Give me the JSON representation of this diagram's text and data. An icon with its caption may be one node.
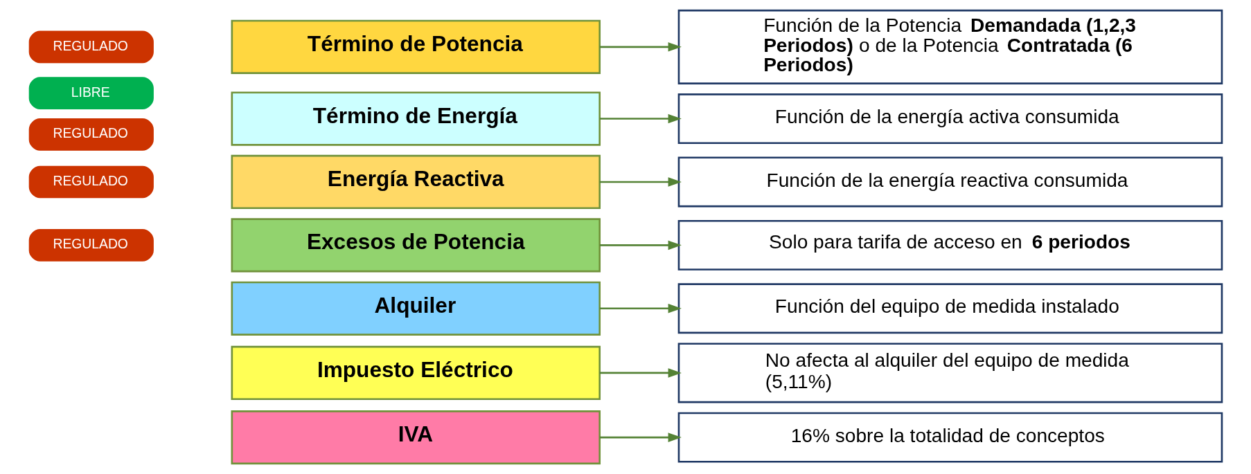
{
  "diagram": {
    "nodes": [
      {
        "text": [
          "REGULADO"
        ]
      },
      {
        "text": [
          "Término de Potencia"
        ]
      },
      {
        "text": [
          "Función de la Potencia **Demandada (1,2,3 Periodos)** o de la Potencia **Contratada (6 Periodos)**"
        ]
      },
      {
        "text": [
          "LIBRE"
        ]
      },
      {
        "text": [
          "REGULADO"
        ]
      },
      {
        "text": [
          "Término de Energía"
        ]
      },
      {
        "text": [
          "Función de la energía activa consumida"
        ]
      },
      {
        "text": [
          "REGULADO"
        ]
      },
      {
        "text": [
          "Energía Reactiva"
        ]
      },
      {
        "text": [
          "Función de la energía reactiva consumida"
        ]
      },
      {
        "text": [
          "REGULADO"
        ]
      },
      {
        "text": [
          "Excesos de Potencia"
        ]
      },
      {
        "text": [
          "Solo para tarifa de acceso en **6 periodos**"
        ]
      },
      {
        "text": [
          "Alquiler"
        ]
      },
      {
        "text": [
          "Función del equipo de medida instalado"
        ]
      },
      {
        "text": [
          "Impuesto Eléctrico"
        ]
      },
      {
        "text": [
          "No afecta al alquiler del equipo de medida (5,11%)"
        ]
      },
      {
        "text": [
          "IVA"
        ]
      },
      {
        "text": [
          "16% sobre la totalidad de conceptos"
        ]
      }
    ],
    "edges": [
      {
        "from": 1,
        "to": 2,
        "arrow": "to"
      },
      {
        "from": 5,
        "to": 6,
        "arrow": "to"
      },
      {
        "from": 8,
        "to": 9,
        "arrow": "to"
      },
      {
        "from": 11,
        "to": 12,
        "arrow": "to"
      },
      {
        "from": 13,
        "to": 14,
        "arrow": "to"
      },
      {
        "from": 15,
        "to": 16,
        "arrow": "to"
      },
      {
        "from": 17,
        "to": 18,
        "arrow": "to"
      }
    ]
  }
}
